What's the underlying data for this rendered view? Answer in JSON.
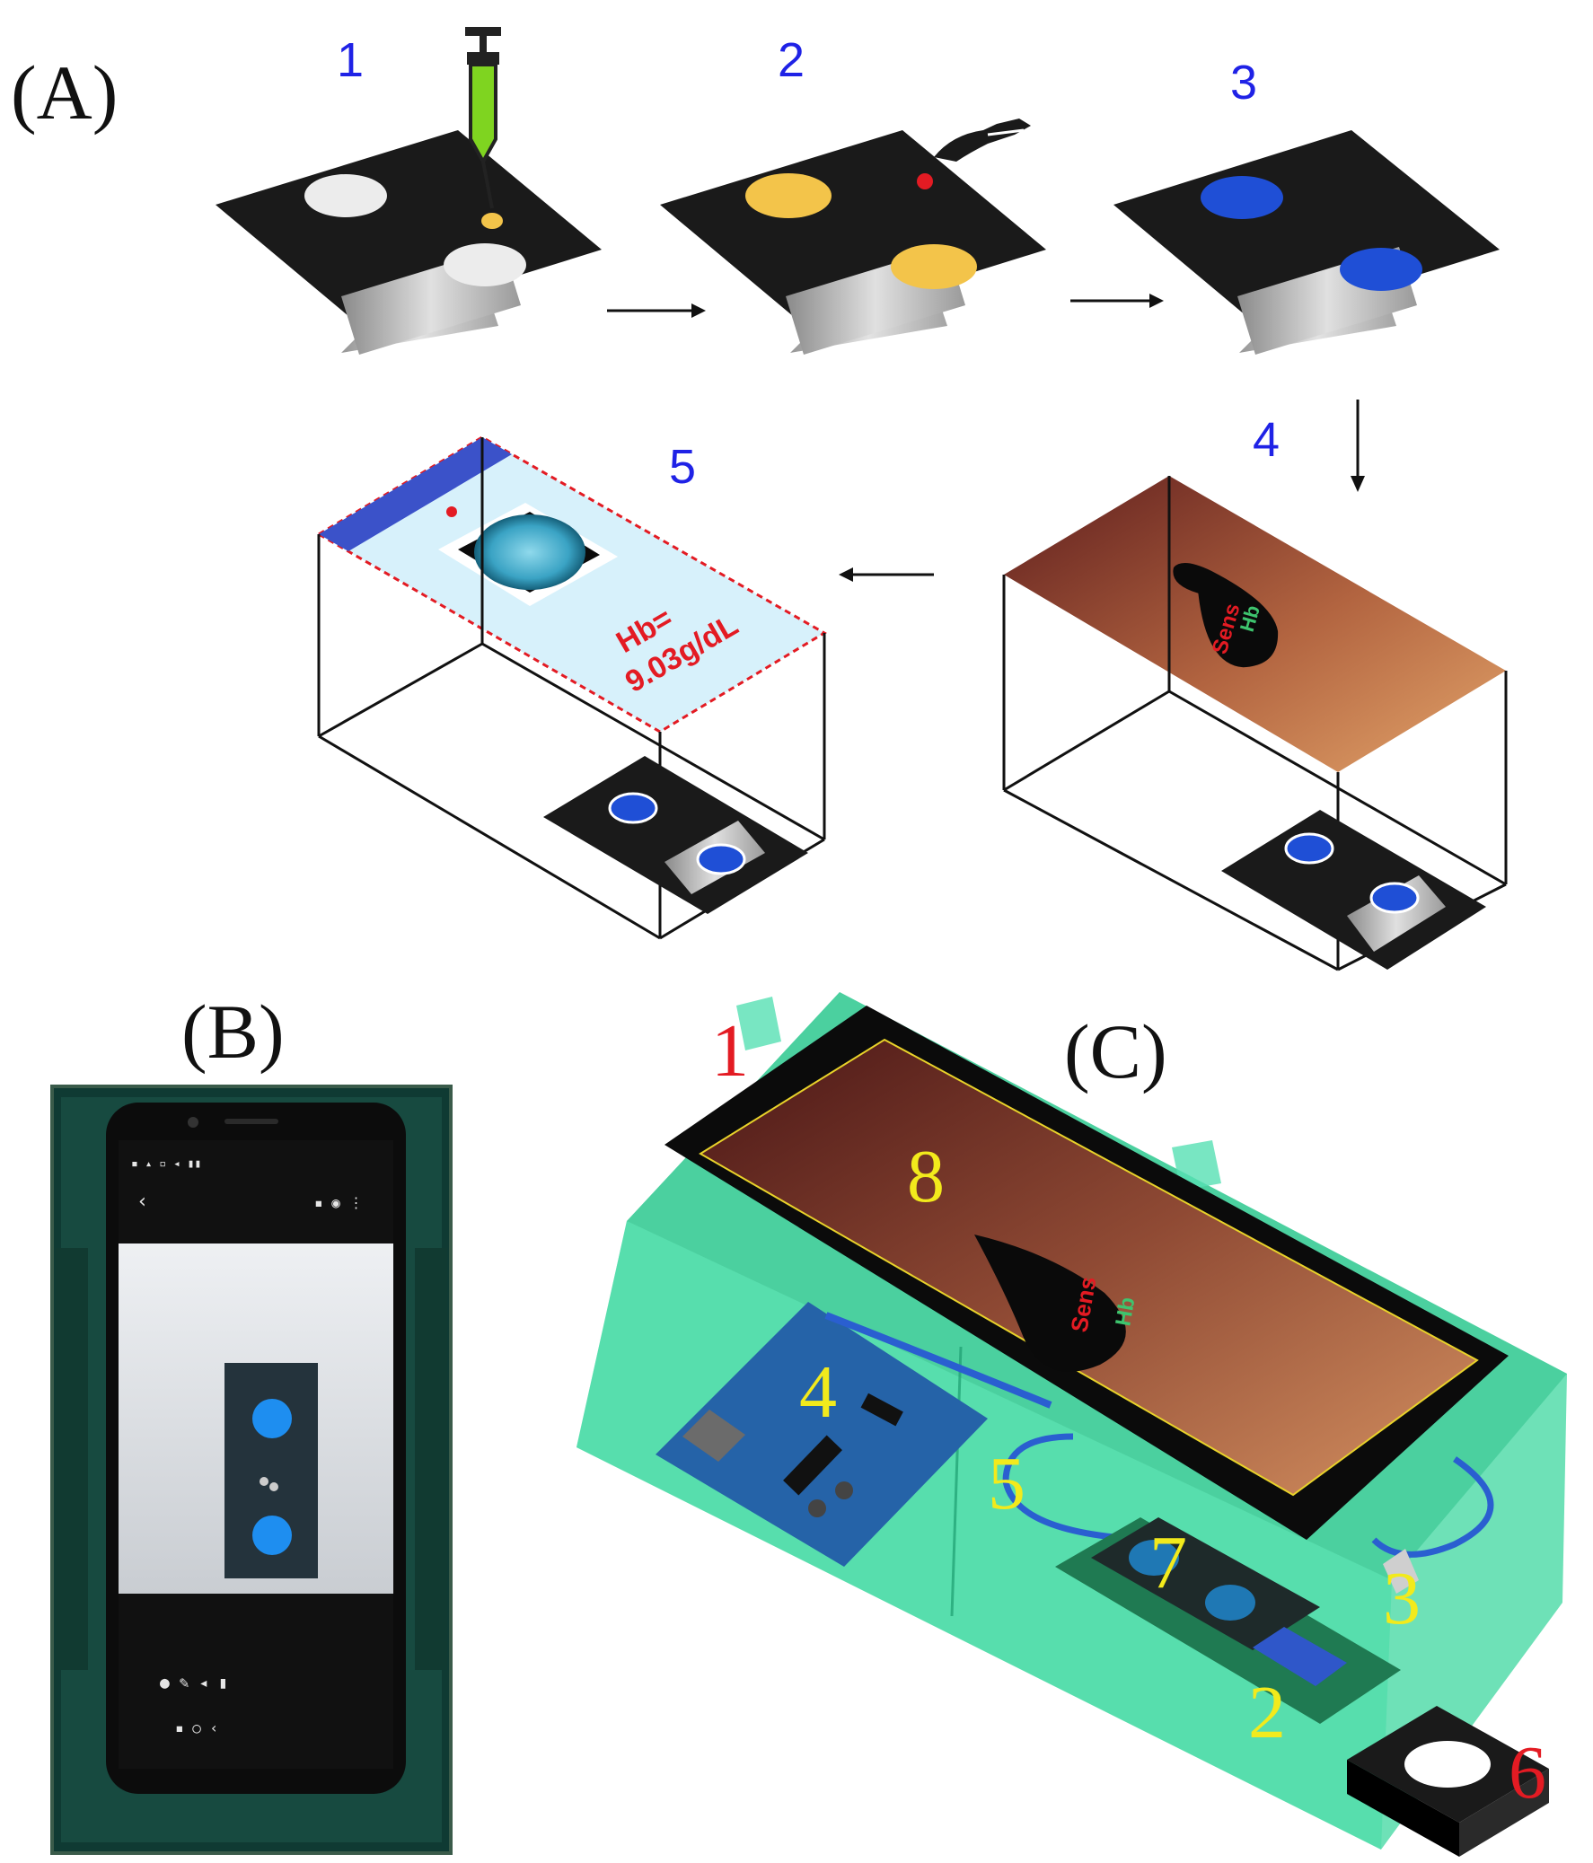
{
  "panels": {
    "a": "(A)",
    "b": "(B)",
    "c": "(C)"
  },
  "steps": [
    "1",
    "2",
    "3",
    "4",
    "5"
  ],
  "app_screen": {
    "line1": "Hb=",
    "line2": "9.03g/dL"
  },
  "sensor_app": {
    "word1": "Sens",
    "word2": "Hb"
  },
  "components": [
    "1",
    "2",
    "3",
    "4",
    "5",
    "6",
    "7",
    "8"
  ],
  "colors": {
    "step_number": "#1f22e6",
    "strip_black": "#1a1a1a",
    "sample_yellow": "#f3c44a",
    "reagent_blue": "#1f4fd6",
    "box_green": "#2fd69a",
    "label_red": "#e31b23",
    "label_yellow": "#f2ea1c"
  }
}
